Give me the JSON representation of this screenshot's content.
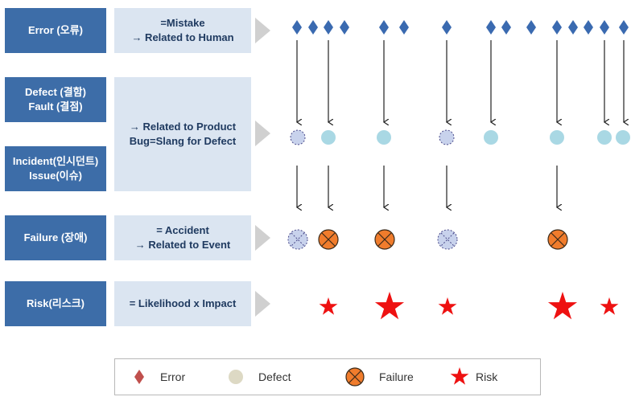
{
  "rows": [
    {
      "label": "Error (오류)",
      "desc": "=Mistake\n→ Related to Human"
    },
    {
      "label": "Defect (결함)\nFault (결점)",
      "desc": ""
    },
    {
      "label": "Incident(인시던트)\nIssue(이슈)",
      "desc": ""
    },
    {
      "label": "Failure (장애)",
      "desc": "= Accident\n→ Related to Event"
    },
    {
      "label": "Risk(리스크)",
      "desc": "= Likelihood  x  Impact"
    }
  ],
  "merged_desc": "→ Related to Product\nBug=Slang for Defect",
  "legend": {
    "error": "Error",
    "defect": "Defect",
    "failure": "Failure",
    "risk": "Risk"
  },
  "colors": {
    "label_bg": "#3d6da8",
    "desc_bg": "#dbe5f1",
    "diamond": "#3a6ab0",
    "defect": "#a9d8e4",
    "failure": "#f07c2c",
    "risk": "#ee1111",
    "legend_diamond": "#c0504d",
    "legend_defect": "#ddd9c4"
  }
}
